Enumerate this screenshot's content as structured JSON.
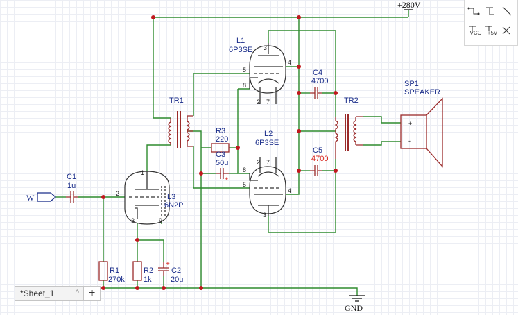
{
  "power": {
    "vcc_label": "+280V",
    "gnd_label": "GND"
  },
  "input": {
    "label": "W"
  },
  "parts": {
    "c1": {
      "ref": "C1",
      "value": "1u"
    },
    "r1": {
      "ref": "R1",
      "value": "270k"
    },
    "r2": {
      "ref": "R2",
      "value": "1k"
    },
    "c2": {
      "ref": "C2",
      "value": "20u"
    },
    "l3": {
      "ref": "L3",
      "value": "6N2P"
    },
    "tr1": {
      "ref": "TR1"
    },
    "r3": {
      "ref": "R3",
      "value": "220"
    },
    "c3": {
      "ref": "C3",
      "value": "50u"
    },
    "l1": {
      "ref": "L1",
      "value": "6P3SE"
    },
    "l2": {
      "ref": "L2",
      "value": "6P3SE"
    },
    "c4": {
      "ref": "C4",
      "value": "4700"
    },
    "c5": {
      "ref": "C5",
      "value": "4700"
    },
    "tr2": {
      "ref": "TR2"
    },
    "sp1": {
      "ref": "SP1",
      "value": "SPEAKER"
    }
  },
  "pins": {
    "l3": {
      "p1": "1",
      "p2": "2",
      "p3": "3",
      "p9": "9"
    },
    "l1": {
      "p3": "3",
      "p4": "4",
      "p5": "5",
      "p8": "8",
      "p2": "2",
      "p7": "7"
    },
    "l2": {
      "p2": "2",
      "p7": "7",
      "p8": "8",
      "p5": "5",
      "p4": "4",
      "p3": "3"
    },
    "speaker": {
      "plus": "+",
      "minus": "-"
    },
    "c2_plus": "+",
    "c3_plus": "+"
  },
  "toolbar": {
    "vcc": "VCC",
    "plus5v": "+5V"
  },
  "sheets": {
    "active": "*Sheet_1",
    "chevron": "^",
    "add": "+"
  }
}
